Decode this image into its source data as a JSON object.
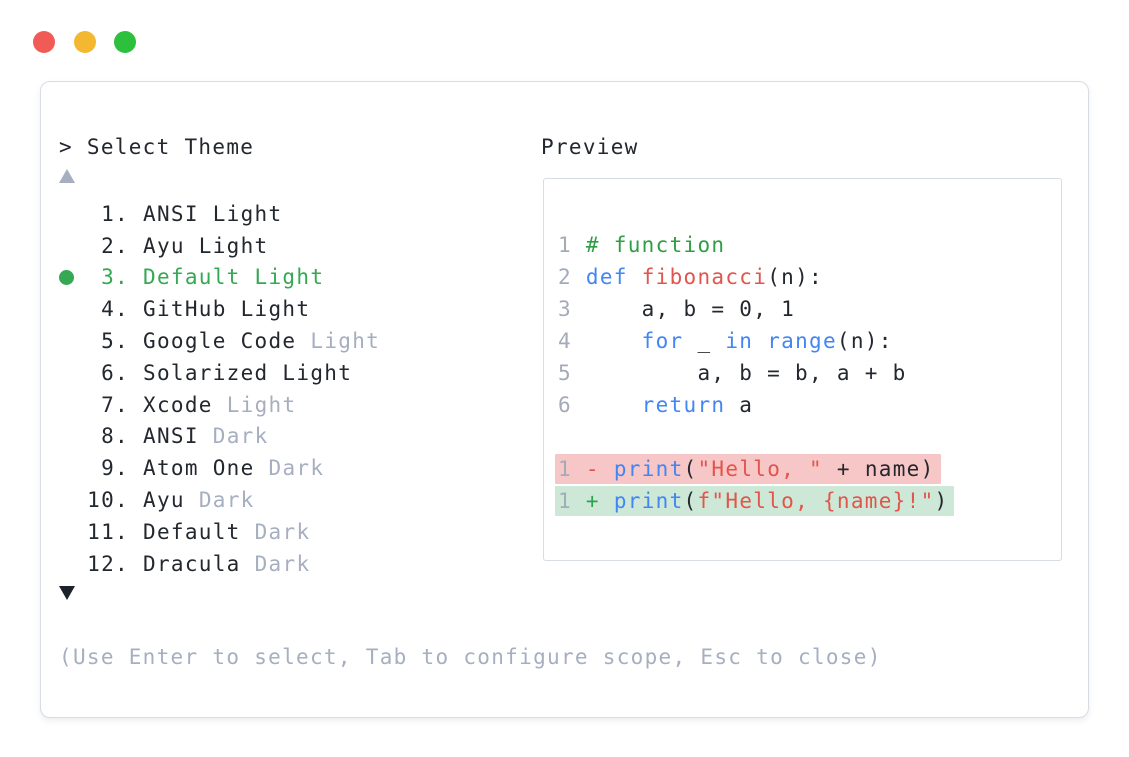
{
  "colors": {
    "text": "#23272e",
    "muted_gray": "#a6afc0",
    "line_number_gray": "#a4abb8",
    "selection_green": "#34a853",
    "keyword_blue": "#4285f4",
    "string_red": "#e2544c",
    "comment_green": "#2f9e44",
    "diff_plus_green": "#2ca44c",
    "diff_removed_bg": "#f7c6c6",
    "diff_added_bg": "#cde8d6",
    "panel_border": "#d8dce4",
    "traffic_red": "#f15b55",
    "traffic_yellow": "#f4b730",
    "traffic_green": "#2cc03c"
  },
  "window": {
    "controls": [
      "close",
      "minimize",
      "maximize"
    ]
  },
  "theme_picker": {
    "prompt": "> Select Theme",
    "icons": {
      "scroll_up": "triangle-up-icon",
      "scroll_down": "triangle-down-icon",
      "selected_marker": "green-dot-icon"
    },
    "items": [
      {
        "number": "1.",
        "name": "ANSI Light",
        "variant": "",
        "selected": false
      },
      {
        "number": "2.",
        "name": "Ayu Light",
        "variant": "",
        "selected": false
      },
      {
        "number": "3.",
        "name": "Default Light",
        "variant": "",
        "selected": true
      },
      {
        "number": "4.",
        "name": "GitHub Light",
        "variant": "",
        "selected": false
      },
      {
        "number": "5.",
        "name": "Google Code",
        "variant": "Light",
        "selected": false
      },
      {
        "number": "6.",
        "name": "Solarized Light",
        "variant": "",
        "selected": false
      },
      {
        "number": "7.",
        "name": "Xcode",
        "variant": "Light",
        "selected": false
      },
      {
        "number": "8.",
        "name": "ANSI",
        "variant": "Dark",
        "selected": false
      },
      {
        "number": "9.",
        "name": "Atom One",
        "variant": "Dark",
        "selected": false
      },
      {
        "number": "10.",
        "name": "Ayu",
        "variant": "Dark",
        "selected": false
      },
      {
        "number": "11.",
        "name": "Default",
        "variant": "Dark",
        "selected": false
      },
      {
        "number": "12.",
        "name": "Dracula",
        "variant": "Dark",
        "selected": false
      }
    ],
    "hint": "(Use Enter to select, Tab to configure scope, Esc to close)"
  },
  "preview": {
    "label": "Preview",
    "code_lines": [
      {
        "diff": "",
        "tokens": [
          [
            "num",
            "1"
          ],
          [
            "plain",
            " "
          ],
          [
            "comment",
            "# function"
          ]
        ]
      },
      {
        "diff": "",
        "tokens": [
          [
            "num",
            "2"
          ],
          [
            "plain",
            " "
          ],
          [
            "kw",
            "def"
          ],
          [
            "plain",
            " "
          ],
          [
            "red",
            "fibonacci"
          ],
          [
            "plain",
            "(n):"
          ]
        ]
      },
      {
        "diff": "",
        "tokens": [
          [
            "num",
            "3"
          ],
          [
            "plain",
            "     a, b = 0, 1"
          ]
        ]
      },
      {
        "diff": "",
        "tokens": [
          [
            "num",
            "4"
          ],
          [
            "plain",
            "     "
          ],
          [
            "kw",
            "for"
          ],
          [
            "plain",
            " _ "
          ],
          [
            "kw",
            "in"
          ],
          [
            "plain",
            " "
          ],
          [
            "kw",
            "range"
          ],
          [
            "plain",
            "(n):"
          ]
        ]
      },
      {
        "diff": "",
        "tokens": [
          [
            "num",
            "5"
          ],
          [
            "plain",
            "         a, b = b, a + b"
          ]
        ]
      },
      {
        "diff": "",
        "tokens": [
          [
            "num",
            "6"
          ],
          [
            "plain",
            "     "
          ],
          [
            "kw",
            "return"
          ],
          [
            "plain",
            " a"
          ]
        ]
      },
      {
        "diff": "",
        "tokens": []
      },
      {
        "diff": "del",
        "tokens": [
          [
            "num",
            "1"
          ],
          [
            "plain",
            " "
          ],
          [
            "red",
            "-"
          ],
          [
            "plain",
            " "
          ],
          [
            "kw",
            "print"
          ],
          [
            "plain",
            "("
          ],
          [
            "red",
            "\"Hello, \""
          ],
          [
            "plain",
            " + name)"
          ]
        ]
      },
      {
        "diff": "add",
        "tokens": [
          [
            "num",
            "1"
          ],
          [
            "plain",
            " "
          ],
          [
            "green",
            "+"
          ],
          [
            "plain",
            " "
          ],
          [
            "kw",
            "print"
          ],
          [
            "plain",
            "("
          ],
          [
            "red",
            "f\"Hello, {name}!\""
          ],
          [
            "plain",
            ")"
          ]
        ]
      }
    ]
  }
}
